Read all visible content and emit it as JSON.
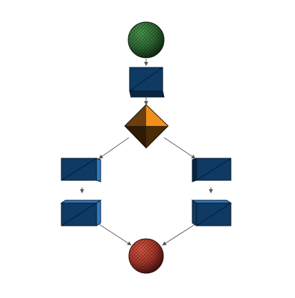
{
  "diagram": {
    "type": "flowchart-3d",
    "colors": {
      "background": "#ffffff",
      "start_sphere": "#2f6b34",
      "end_sphere": "#a83a2c",
      "task_box_front": "#0f3a63",
      "task_box_side": "#2d7bc4",
      "task_box_dark": "#082540",
      "decision_light": "#f0901a",
      "decision_dark": "#3a2208",
      "edge": "#555555"
    },
    "nodes": [
      {
        "id": "start",
        "kind": "start-sphere"
      },
      {
        "id": "task-1",
        "kind": "task-box"
      },
      {
        "id": "decision",
        "kind": "decision-diamond"
      },
      {
        "id": "task-left-1",
        "kind": "task-box"
      },
      {
        "id": "task-left-2",
        "kind": "task-box"
      },
      {
        "id": "task-right-1",
        "kind": "task-box"
      },
      {
        "id": "task-right-2",
        "kind": "task-box"
      },
      {
        "id": "end",
        "kind": "end-sphere"
      }
    ],
    "edges": [
      {
        "from": "start",
        "to": "task-1"
      },
      {
        "from": "task-1",
        "to": "decision"
      },
      {
        "from": "decision",
        "to": "task-left-1"
      },
      {
        "from": "decision",
        "to": "task-right-1"
      },
      {
        "from": "task-left-1",
        "to": "task-left-2"
      },
      {
        "from": "task-right-1",
        "to": "task-right-2"
      },
      {
        "from": "task-left-2",
        "to": "end"
      },
      {
        "from": "task-right-2",
        "to": "end"
      }
    ]
  }
}
